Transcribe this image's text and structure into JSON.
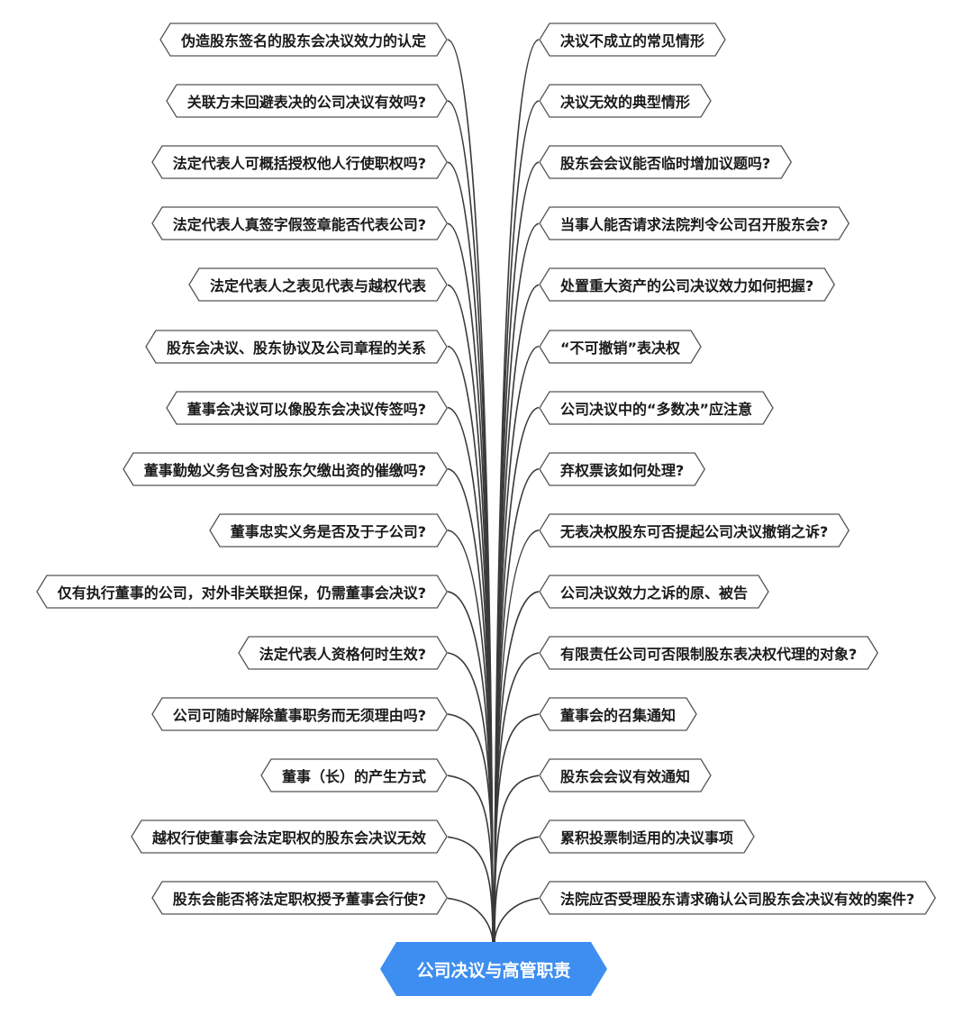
{
  "root": {
    "label": "公司决议与高管职责"
  },
  "left_topics": [
    "伪造股东签名的股东会决议效力的认定",
    "关联方未回避表决的公司决议有效吗?",
    "法定代表人可概括授权他人行使职权吗?",
    "法定代表人真签字假签章能否代表公司?",
    "法定代表人之表见代表与越权代表",
    "股东会决议、股东协议及公司章程的关系",
    "董事会决议可以像股东会决议传签吗?",
    "董事勤勉义务包含对股东欠缴出资的催缴吗?",
    "董事忠实义务是否及于子公司?",
    "仅有执行董事的公司，对外非关联担保，仍需董事会决议?",
    "法定代表人资格何时生效?",
    "公司可随时解除董事职务而无须理由吗?",
    "董事（长）的产生方式",
    "越权行使董事会法定职权的股东会决议无效",
    "股东会能否将法定职权授予董事会行使?"
  ],
  "right_topics": [
    "决议不成立的常见情形",
    "决议无效的典型情形",
    "股东会会议能否临时增加议题吗?",
    "当事人能否请求法院判令公司召开股东会?",
    "处置重大资产的公司决议效力如何把握?",
    "“不可撤销”表决权",
    "公司决议中的“多数决”应注意",
    "弃权票该如何处理?",
    "无表决权股东可否提起公司决议撤销之诉?",
    "公司决议效力之诉的原、被告",
    "有限责任公司可否限制股东表决权代理的对象?",
    "董事会的召集通知",
    "股东会会议有效通知",
    "累积投票制适用的决议事项",
    "法院应否受理股东请求确认公司股东会决议有效的案件?"
  ],
  "colors": {
    "root_fill": "#3d8ef0",
    "root_text": "#ffffff",
    "node_border": "#555555",
    "connector": "#3a3a3a"
  }
}
